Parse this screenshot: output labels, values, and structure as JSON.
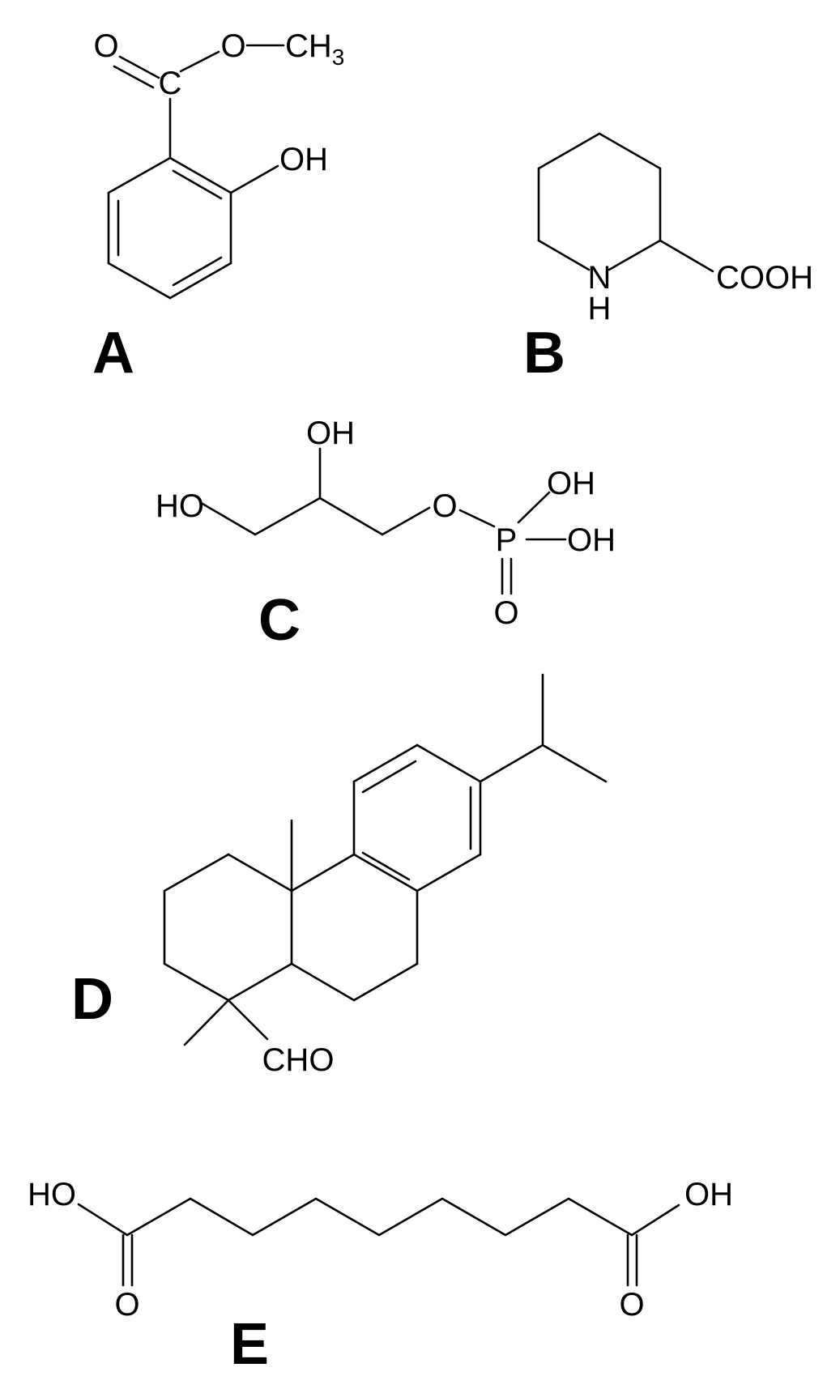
{
  "colors": {
    "ink": "#000000",
    "background": "#ffffff"
  },
  "structures": [
    {
      "id": "A",
      "label": "A",
      "atoms": {
        "o_double": "O",
        "carbonyl_c": "C",
        "o_ester": "O",
        "methyl": "CH",
        "methyl_sub": "3",
        "hydroxyl": "OH"
      }
    },
    {
      "id": "B",
      "label": "B",
      "atoms": {
        "ring_n": "N",
        "ring_h": "H",
        "acid": "COOH"
      }
    },
    {
      "id": "C",
      "label": "C",
      "atoms": {
        "ho": "HO",
        "oh_top": "OH",
        "o_link": "O",
        "p": "P",
        "p_oh_top": "OH",
        "p_oh_right": "OH",
        "p_o": "O"
      }
    },
    {
      "id": "D",
      "label": "D",
      "atoms": {
        "aldehyde": "CHO"
      }
    },
    {
      "id": "E",
      "label": "E",
      "atoms": {
        "ho_left": "HO",
        "oh_right": "OH",
        "o_left": "O",
        "o_right": "O"
      }
    }
  ]
}
